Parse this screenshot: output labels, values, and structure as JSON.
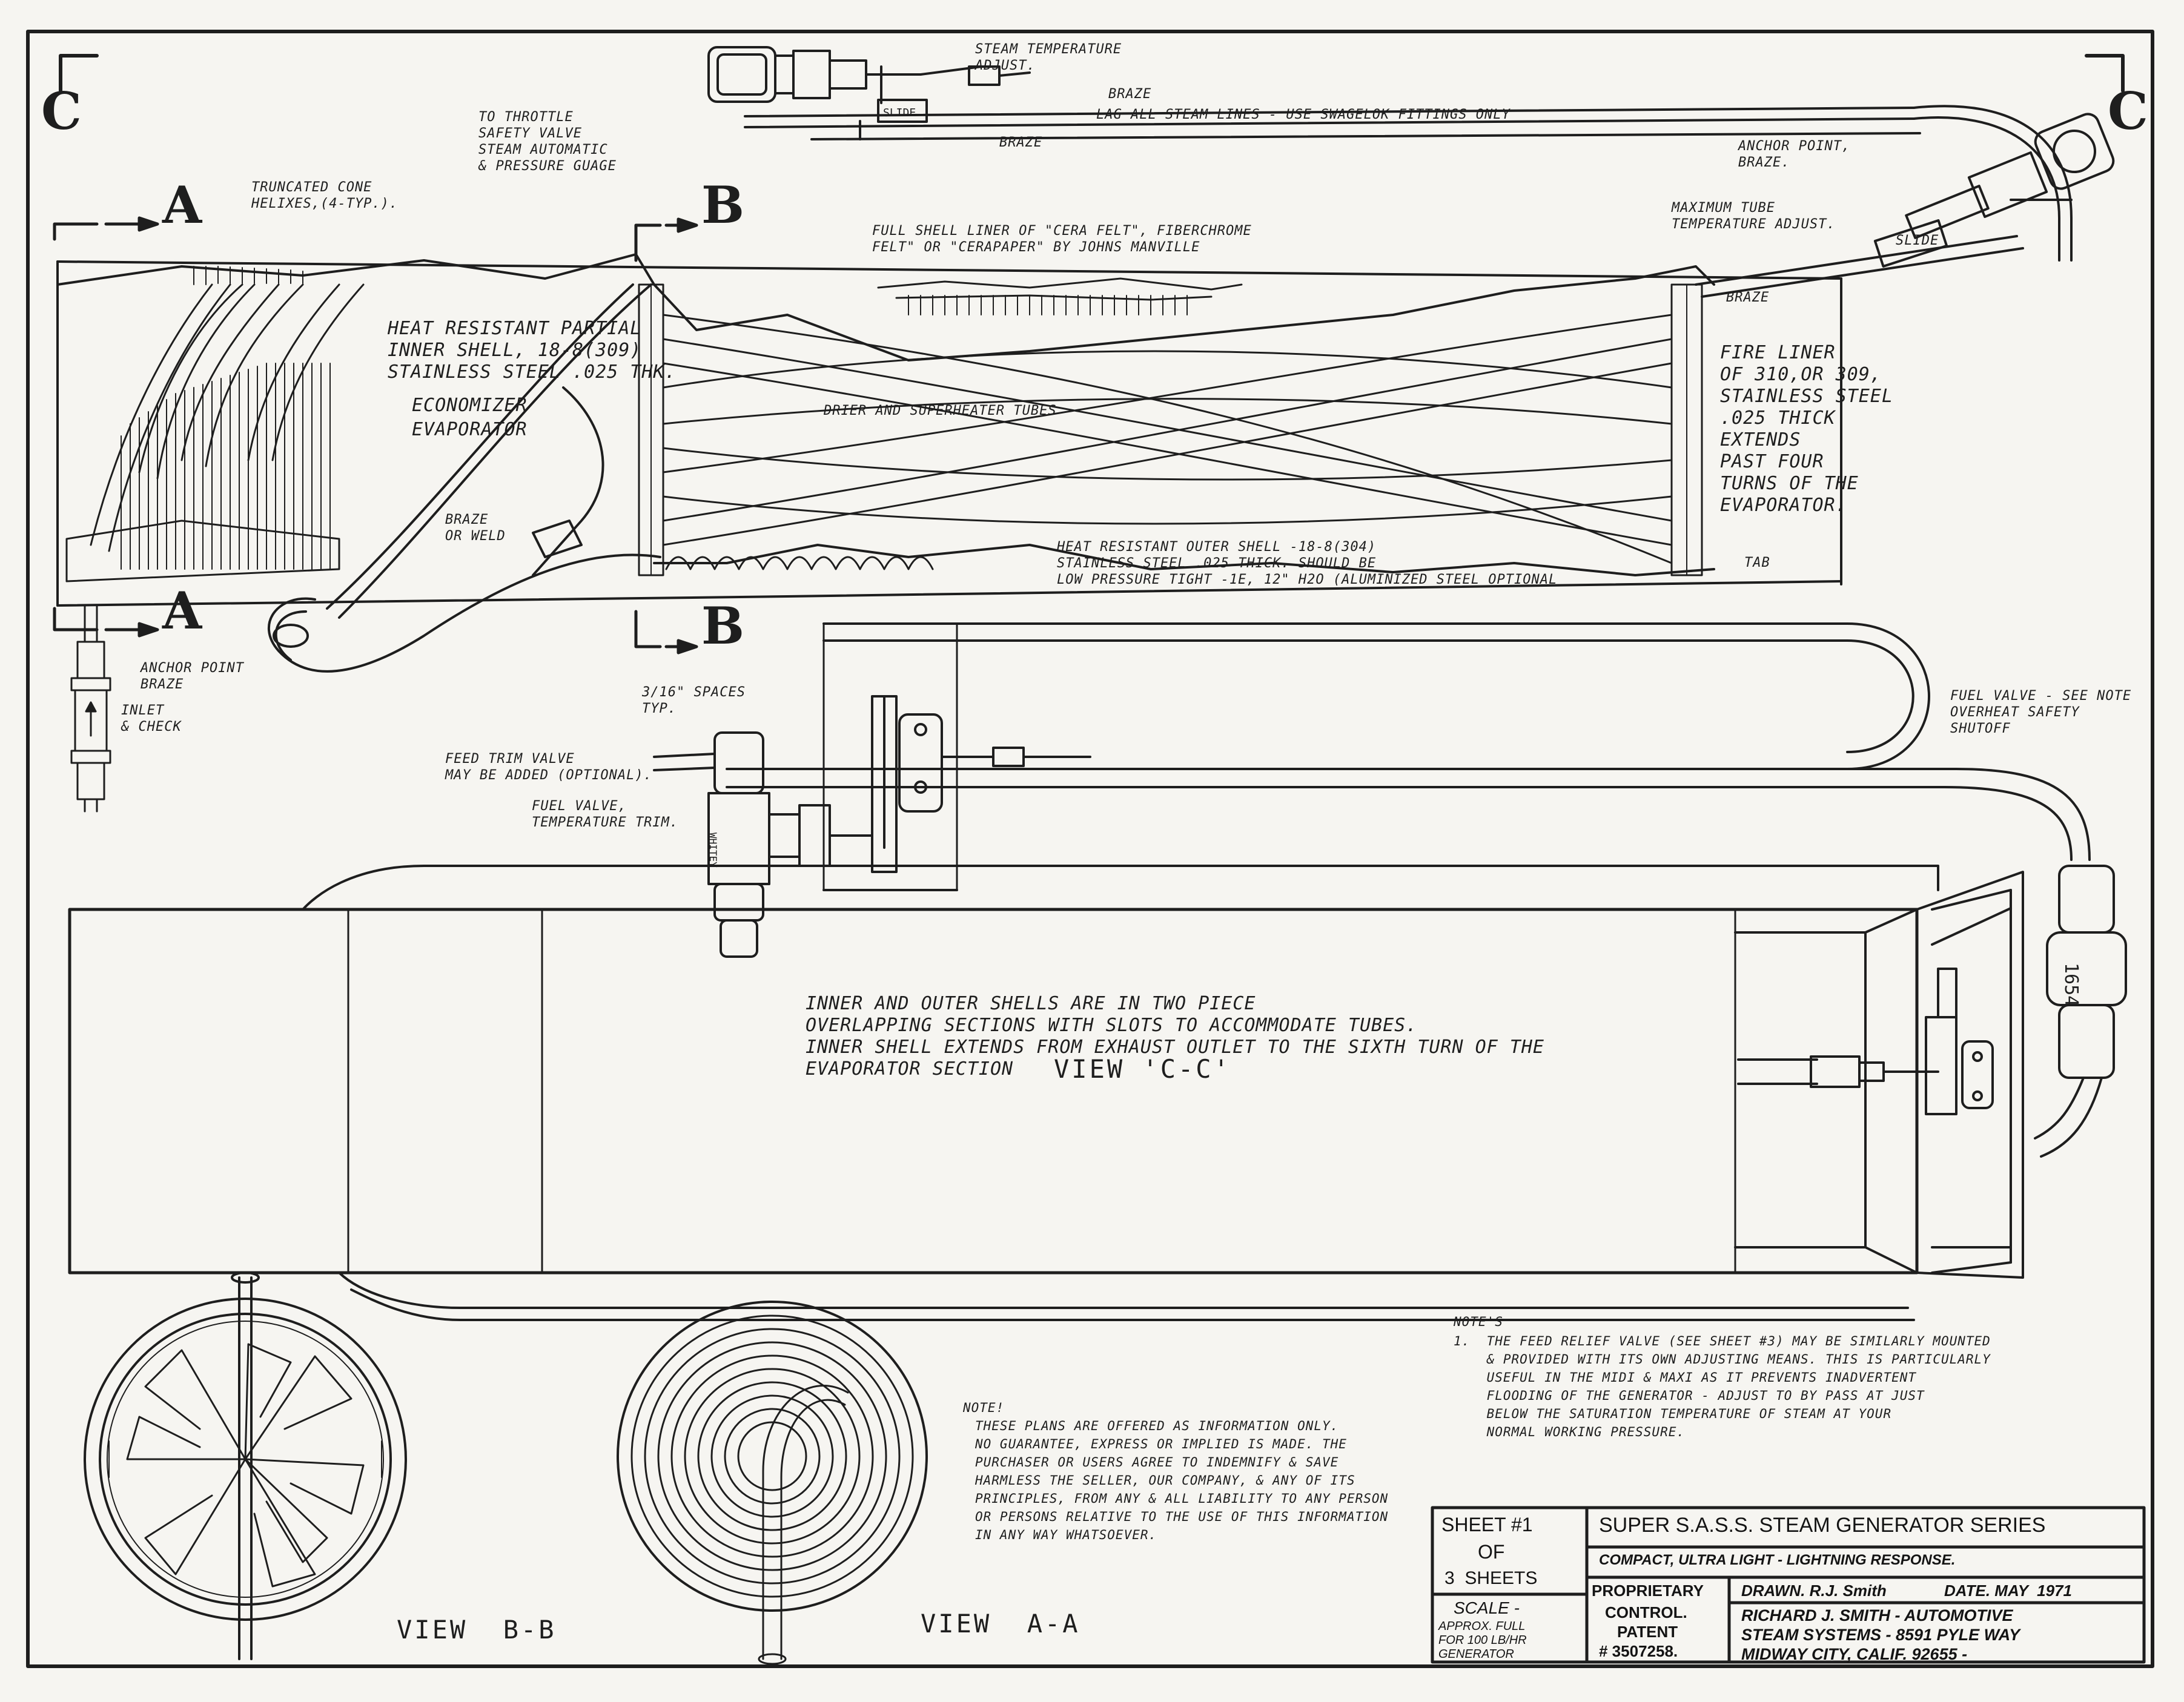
{
  "section_markers": {
    "c_left": "C",
    "c_right": "C",
    "a_top": "A",
    "a_bottom": "A",
    "b_top": "B",
    "b_bottom": "B"
  },
  "labels": {
    "steam_temp_adjust": "STEAM TEMPERATURE\nADJUST.",
    "braze_top": "BRAZE",
    "lag_lines": "LAG ALL STEAM LINES - USE SWAGELOK FITTINGS ONLY",
    "braze_top2": "BRAZE",
    "to_throttle": "TO THROTTLE\nSAFETY VALVE\nSTEAM AUTOMATIC\n& PRESSURE GUAGE",
    "slide_top": "SLIDE",
    "anchor_point_right": "ANCHOR POINT,\nBRAZE.",
    "max_tube_temp": "MAXIMUM TUBE\nTEMPERATURE ADJUST.",
    "slide_right": "SLIDE",
    "truncated_cone": "TRUNCATED CONE\nHELIXES,(4-TYP.).",
    "shell_liner": "FULL SHELL LINER OF \"CERA FELT\", FIBERCHROME\nFELT\" OR \"CERAPAPER\" BY JOHNS MANVILLE",
    "braze_right": "BRAZE",
    "heat_resistant_inner": "HEAT RESISTANT PARTIAL\nINNER SHELL, 18-8(309)\nSTAINLESS STEEL .025 THK.",
    "economizer": "ECONOMIZER",
    "evaporator": "EVAPORATOR",
    "drier_superheater": "DRIER AND SUPERHEATER TUBES",
    "fire_liner": "FIRE LINER\nOF 310,OR 309,\nSTAINLESS STEEL\n.025 THICK\nEXTENDS\nPAST FOUR\nTURNS OF THE\nEVAPORATOR.",
    "braze_or_weld": "BRAZE\nOR WELD",
    "outer_shell": "HEAT RESISTANT OUTER SHELL -18-8(304)\nSTAINLESS STEEL .025 THICK. SHOULD BE\nLOW PRESSURE TIGHT -1E, 12\" H2O (ALUMINIZED STEEL OPTIONAL",
    "tab": "TAB",
    "anchor_point_left": "ANCHOR POINT\nBRAZE",
    "spaces": "3/16\" SPACES\nTYP.",
    "inlet_check": "INLET\n& CHECK",
    "fuel_valve_note": "FUEL VALVE - SEE NOTE\nOVERHEAT SAFETY\nSHUTOFF",
    "feed_trim": "FEED TRIM VALVE\nMAY BE ADDED (OPTIONAL).",
    "fuel_valve_trim": "FUEL VALVE,\nTEMPERATURE TRIM.",
    "whitey": "WHITEY",
    "fitting_num": "1654",
    "shells_note": "INNER AND OUTER SHELLS ARE IN TWO PIECE\nOVERLAPPING SECTIONS WITH SLOTS TO ACCOMMODATE TUBES.\nINNER SHELL EXTENDS FROM EXHAUST OUTLET TO THE SIXTH TURN OF THE\nEVAPORATOR SECTION",
    "view_cc": "VIEW 'C-C'",
    "view_bb": "VIEW  B-B",
    "view_aa": "VIEW  A-A"
  },
  "disclaimer": {
    "heading": "NOTE!",
    "text": "THESE PLANS ARE OFFERED AS INFORMATION ONLY.\nNO GUARANTEE, EXPRESS OR IMPLIED IS MADE. THE\nPURCHASER OR USERS AGREE TO INDEMNIFY & SAVE\nHARMLESS THE SELLER, OUR COMPANY, & ANY OF ITS\nPRINCIPLES, FROM ANY & ALL LIABILITY TO ANY PERSON\nOR PERSONS RELATIVE TO THE USE OF THIS INFORMATION\nIN ANY WAY WHATSOEVER."
  },
  "notes": {
    "heading": "NOTE'S",
    "item1": "1.  THE FEED RELIEF VALVE (SEE SHEET #3) MAY BE SIMILARLY MOUNTED\n    & PROVIDED WITH ITS OWN ADJUSTING MEANS. THIS IS PARTICULARLY\n    USEFUL IN THE MIDI & MAXI AS IT PREVENTS INADVERTENT\n    FLOODING OF THE GENERATOR - ADJUST TO BY PASS AT JUST\n    BELOW THE SATURATION TEMPERATURE OF STEAM AT YOUR\n    NORMAL WORKING PRESSURE."
  },
  "title_block": {
    "sheet": "SHEET #1",
    "of": "OF",
    "sheets": "3  SHEETS",
    "scale_label": "SCALE -",
    "scale_value": "APPROX. FULL\nFOR 100 LB/HR\nGENERATOR",
    "series": "SUPER S.A.S.S. STEAM GENERATOR SERIES",
    "subtitle": "COMPACT, ULTRA LIGHT - LIGHTNING RESPONSE.",
    "proprietary": "PROPRIETARY",
    "drawn": "DRAWN. R.J. Smith",
    "date": "DATE. MAY  1971",
    "control": "CONTROL.",
    "patent": "PATENT",
    "patent_no": "# 3507258.",
    "company": "RICHARD J. SMITH - AUTOMOTIVE\nSTEAM SYSTEMS - 8591 PYLE WAY\nMIDWAY CITY, CALIF. 92655 -"
  }
}
